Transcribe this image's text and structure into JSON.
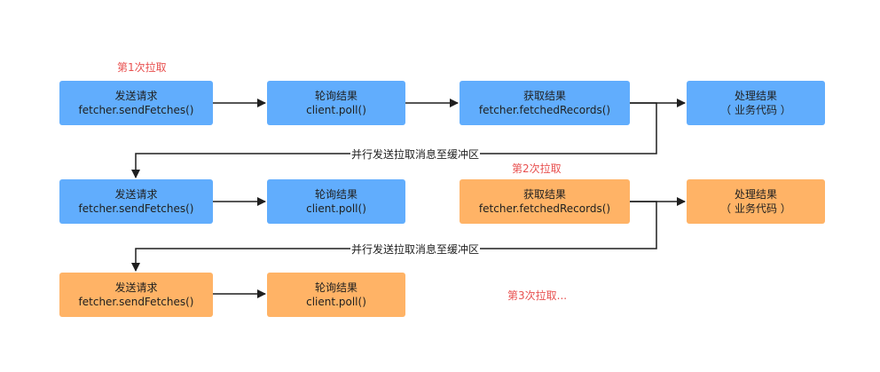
{
  "round1_label": "第1次拉取",
  "round2_label": "第2次拉取",
  "round3_label": "第3次拉取...",
  "send_request": {
    "title": "发送请求",
    "code": "fetcher.sendFetches()"
  },
  "poll_result": {
    "title": "轮询结果",
    "code": "client.poll()"
  },
  "fetch_result": {
    "title": "获取结果",
    "code": "fetcher.fetchedRecords()"
  },
  "process_result": {
    "title": "处理结果",
    "code": "（ 业务代码 ）"
  },
  "parallel_label": "并行发送拉取消息至缓冲区",
  "colors": {
    "blue": "#61adfd",
    "orange": "#ffb366",
    "red_text": "#e8504f",
    "arrow": "#1f1f1f"
  }
}
